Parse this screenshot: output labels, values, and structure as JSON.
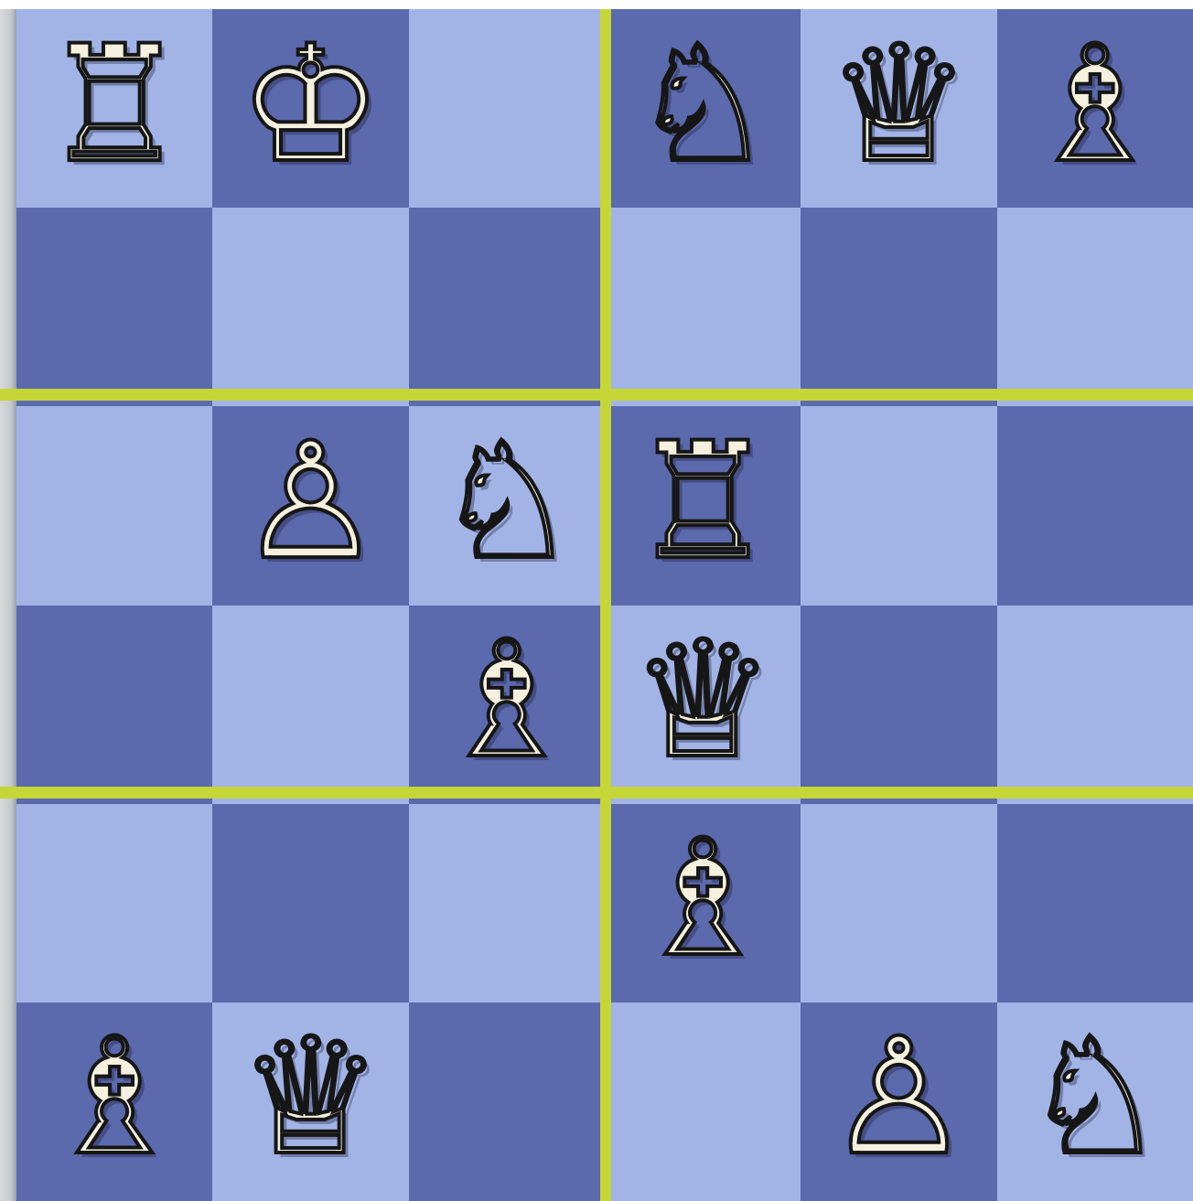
{
  "board": {
    "light_color": "#a2b4e6",
    "dark_color": "#5b69ad",
    "divider_color": "#c5d637",
    "piece_color": "white",
    "rows": [
      [
        "rook",
        "king",
        null,
        "knight",
        "queen",
        "bishop"
      ],
      [
        null,
        null,
        null,
        null,
        null,
        null
      ],
      [
        null,
        "pawn",
        "knight",
        "rook",
        null,
        null
      ],
      [
        null,
        null,
        "bishop",
        "queen",
        null,
        null
      ],
      [
        null,
        null,
        null,
        "bishop",
        null,
        null
      ],
      [
        "bishop",
        "queen",
        null,
        null,
        "pawn",
        "knight"
      ]
    ],
    "first_square_light": true
  },
  "glyphs": {
    "king": "♔",
    "queen": "♕",
    "rook": "♖",
    "bishop": "♗",
    "knight": "♘",
    "pawn": "♙"
  }
}
